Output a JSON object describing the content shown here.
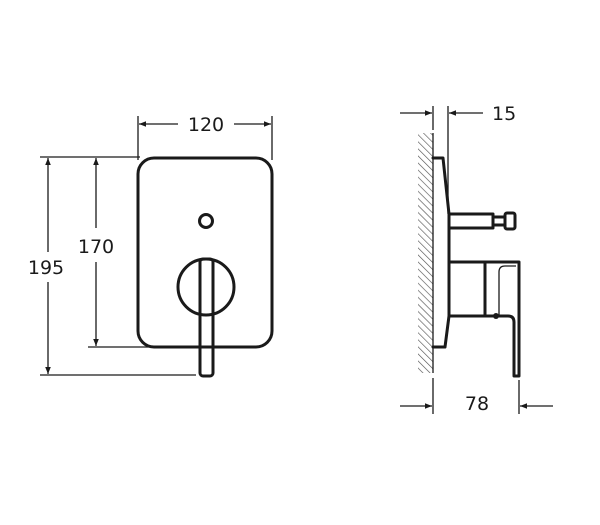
{
  "drawing": {
    "type": "technical dimension drawing",
    "subject": "concealed shower mixer trim plate with lever handle and diverter",
    "units": "mm",
    "colors": {
      "line": "#1a1a1a",
      "background": "#ffffff",
      "hatch": "#555555"
    }
  },
  "front_view": {
    "width_label": "120",
    "plate_height_label": "170",
    "overall_height_label": "195"
  },
  "side_view": {
    "plate_depth_label": "15",
    "overall_depth_label": "78"
  }
}
